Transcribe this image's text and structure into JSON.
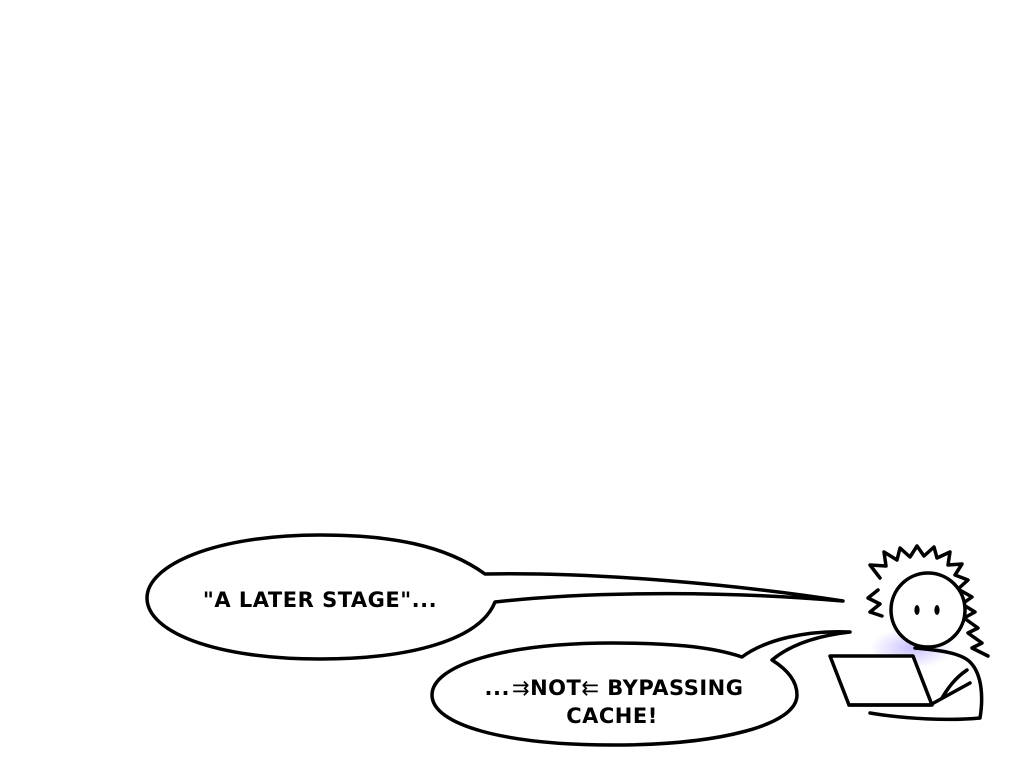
{
  "bubbles": {
    "first": {
      "text": "\"A LATER STAGE\"..."
    },
    "second": {
      "line1_prefix": "...",
      "line1_emph": "NOT",
      "line1_suffix": " BYPASSING",
      "line2": "CACHE!"
    }
  },
  "colors": {
    "ink": "#000000",
    "paper": "#ffffff",
    "screen_glow": "#9b8cff"
  },
  "icons": {
    "character": "stick-figure-with-laptop",
    "emphasis": "arrow-marks"
  }
}
